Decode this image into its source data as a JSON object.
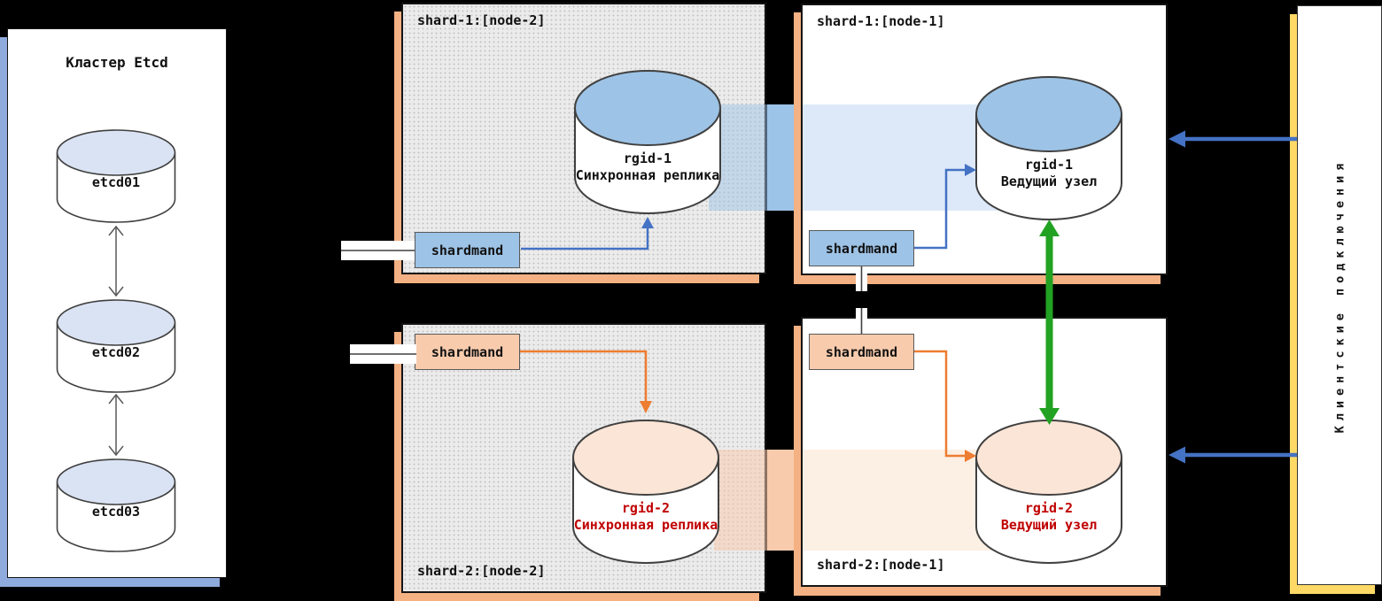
{
  "etcd": {
    "title": "Кластер Etcd",
    "nodes": [
      "etcd01",
      "etcd02",
      "etcd03"
    ]
  },
  "shard1_node2": {
    "title": "shard-1:[node-2]",
    "shardmand_label": "shardmand",
    "db_name": "rgid-1",
    "db_role": "Синхронная реплика"
  },
  "shard1_node1": {
    "title": "shard-1:[node-1]",
    "shardmand_label": "shardmand",
    "db_name": "rgid-1",
    "db_role": "Ведущий узел"
  },
  "shard2_node2": {
    "title": "shard-2:[node-2]",
    "shardmand_label": "shardmand",
    "db_name": "rgid-2",
    "db_role": "Синхронная реплика"
  },
  "shard2_node1": {
    "title": "shard-2:[node-1]",
    "shardmand_label": "shardmand",
    "db_name": "rgid-2",
    "db_role": "Ведущий узел"
  },
  "clients": {
    "label": "Клиентские подключения"
  },
  "colors": {
    "shard1_accent": "#4472c4",
    "shard1_fill": "#9dc3e6",
    "shard1_stream_light": "#dde9f8",
    "shard2_accent": "#ed7d31",
    "shard2_fill": "#f8cbad",
    "shard2_stream_light": "#fcefe4",
    "replication_arrow_green": "#22a222",
    "etcd_top_fill": "#dae3f3",
    "etcd_shadow_blue": "#8faadc",
    "node_shadow_orange": "#f4b183",
    "client_shadow_yellow": "#ffd966",
    "danger_text_red": "#c00000"
  }
}
